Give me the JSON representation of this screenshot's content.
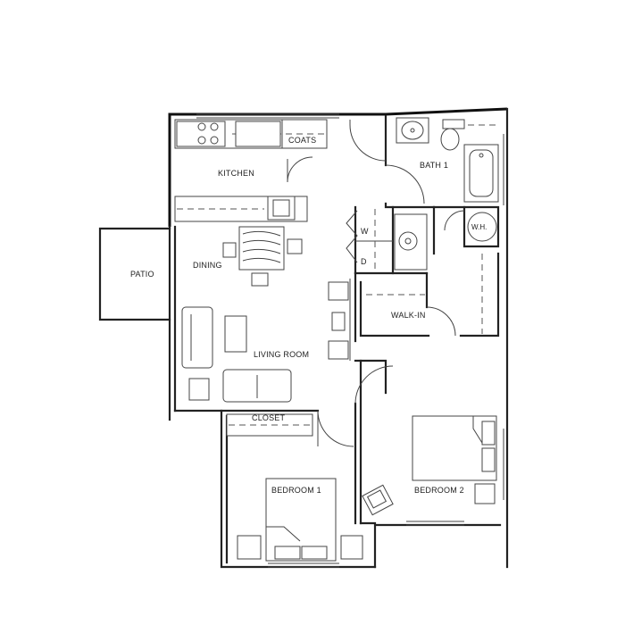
{
  "rooms": {
    "kitchen": "KITCHEN",
    "coats": "COATS",
    "bath": "BATH 1",
    "water_heater": "W.H.",
    "washer": "W",
    "dryer": "D",
    "dining": "DINING",
    "patio": "PATIO",
    "walk_in": "WALK-IN",
    "living_room": "LIVING ROOM",
    "closet": "CLOSET",
    "bedroom1": "BEDROOM 1",
    "bedroom2": "BEDROOM 2"
  }
}
